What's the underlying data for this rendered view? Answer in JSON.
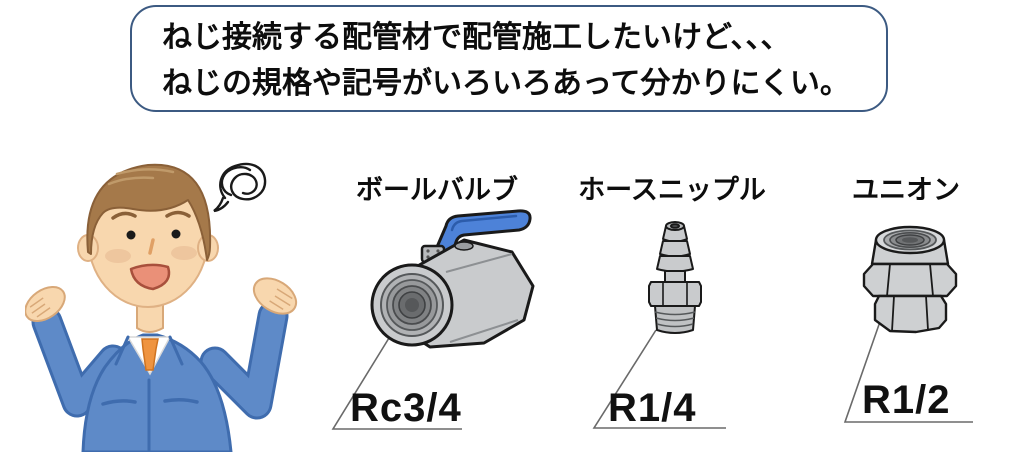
{
  "speech_bubble": {
    "line1": "ねじ接続する配管材で配管施工したいけど、、、",
    "line2": "ねじの規格や記号がいろいろあって分かりにくい。"
  },
  "character": {
    "description": "confused worker shrugging",
    "head_icon": "confusion-scribble-icon",
    "figure_icon": "confused-worker-icon"
  },
  "fittings": [
    {
      "name": "ボールバルブ",
      "thread_label": "Rc3/4",
      "icon": "ball-valve-icon"
    },
    {
      "name": "ホースニップル",
      "thread_label": "R1/4",
      "icon": "hose-nipple-icon"
    },
    {
      "name": "ユニオン",
      "thread_label": "R1/2",
      "icon": "union-icon"
    }
  ],
  "colors": {
    "bubble_border": "#3c5a82",
    "text": "#0d0d0d",
    "metal_gray": "#c9cbcd",
    "metal_shadow": "#97999b",
    "outline_black": "#1a1a1a",
    "handle_blue": "#4d82d8",
    "jacket_blue": "#5e8ac8",
    "jacket_outline": "#3f6cae",
    "tie_orange": "#ef9440",
    "skin": "#f8d7ae",
    "hair_brown": "#a5794a",
    "leader_line": "#6a6a6a"
  }
}
